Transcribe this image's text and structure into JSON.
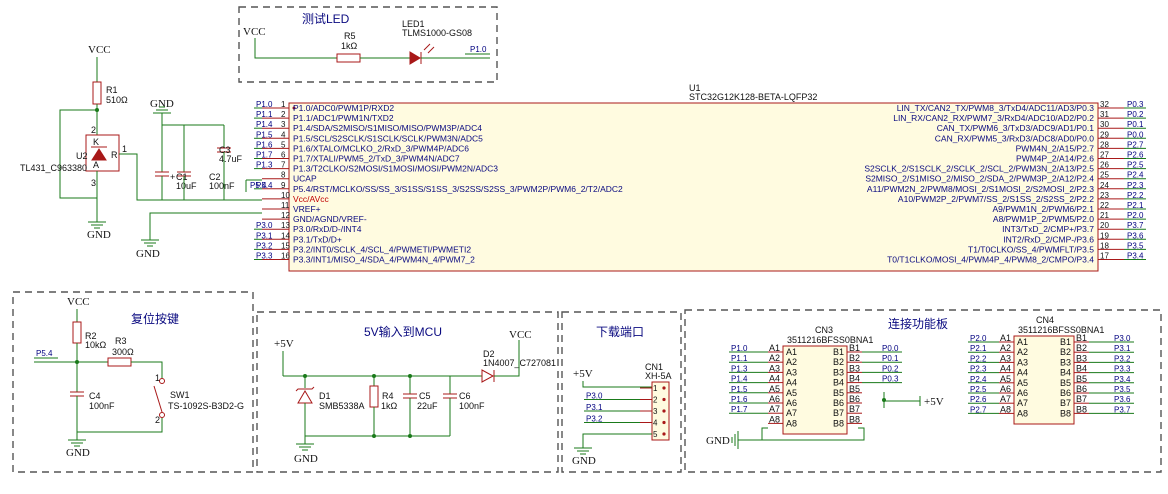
{
  "sections": {
    "led": "测试LED",
    "reset": "复位按键",
    "power": "5V输入到MCU",
    "download": "下载端口",
    "connect": "连接功能板"
  },
  "power_labels": {
    "vcc": "VCC",
    "gnd": "GND",
    "p5v": "+5V"
  },
  "parts": {
    "r5": {
      "ref": "R5",
      "val": "1kΩ"
    },
    "led1": {
      "ref": "LED1",
      "val": "TLMS1000-GS08",
      "net": "P1.0"
    },
    "r1": {
      "ref": "R1",
      "val": "510Ω"
    },
    "u2": {
      "ref": "U2",
      "val": "TL431_C963380",
      "pin_r": "R",
      "pin_k": "K",
      "pin_a": "A",
      "p1": "1",
      "p2": "2",
      "p3": "3"
    },
    "c1": {
      "ref": "C1",
      "val": "10uF"
    },
    "c2": {
      "ref": "C2",
      "val": "100nF"
    },
    "c3": {
      "ref": "C3",
      "val": "4.7uF"
    },
    "r2": {
      "ref": "R2",
      "val": "10kΩ"
    },
    "r3": {
      "ref": "R3",
      "val": "300Ω"
    },
    "c4": {
      "ref": "C4",
      "val": "100nF"
    },
    "sw1": {
      "ref": "SW1",
      "val": "TS-1092S-B3D2-G",
      "p1": "1",
      "p2": "2"
    },
    "d1": {
      "ref": "D1",
      "val": "SMB5338A"
    },
    "r4": {
      "ref": "R4",
      "val": "1kΩ"
    },
    "c5": {
      "ref": "C5",
      "val": "22uF"
    },
    "c6": {
      "ref": "C6",
      "val": "100nF"
    },
    "d2": {
      "ref": "D2",
      "val": "1N4007_C727081"
    },
    "cn1": {
      "ref": "CN1",
      "val": "XH-5A"
    },
    "cn3": {
      "ref": "CN3",
      "val": "3511216BFSS0BNA1"
    },
    "cn4": {
      "ref": "CN4",
      "val": "3511216BFSS0BNA1"
    }
  },
  "net_p54": "P5.4",
  "u1": {
    "ref": "U1",
    "val": "STC32G12K128-BETA-LQFP32",
    "left": [
      {
        "net": "P1.0",
        "pin": "1",
        "sig": "P1.0/ADC0/PWM1P/RXD2"
      },
      {
        "net": "P1.1",
        "pin": "2",
        "sig": "P1.1/ADC1/PWM1N/TXD2"
      },
      {
        "net": "P1.4",
        "pin": "3",
        "sig": "P1.4/SDA/S2MISO/S1MISO/MISO/PWM3P/ADC4"
      },
      {
        "net": "P1.5",
        "pin": "4",
        "sig": "P1.5/SCL/S2SCLK/S1SCLK/SCLK/PWM3N/ADC5"
      },
      {
        "net": "P1.6",
        "pin": "5",
        "sig": "P1.6/XTALO/MCLKO_2/RxD_3/PWM4P/ADC6"
      },
      {
        "net": "P1.7",
        "pin": "6",
        "sig": "P1.7/XTALI/PWM5_2/TxD_3/PWM4N/ADC7"
      },
      {
        "net": "P1.3",
        "pin": "7",
        "sig": "P1.3/T2CLKO/S2MOSI/S1MOSI/MOSI/PWM2N/ADC3"
      },
      {
        "net": "",
        "pin": "8",
        "sig": "UCAP"
      },
      {
        "net": "P5.4",
        "pin": "9",
        "sig": "P5.4/RST/MCLKO/SS/SS_3/S1SS/S1SS_3/S2SS/S2SS_3/PWM2P/PWM6_2/T2/ADC2"
      },
      {
        "net": "",
        "pin": "10",
        "sig": "Vcc/AVcc"
      },
      {
        "net": "",
        "pin": "11",
        "sig": "VREF+"
      },
      {
        "net": "",
        "pin": "12",
        "sig": "GND/AGND/VREF-"
      },
      {
        "net": "P3.0",
        "pin": "13",
        "sig": "P3.0/RxD/D-/INT4"
      },
      {
        "net": "P3.1",
        "pin": "14",
        "sig": "P3.1/TxD/D+"
      },
      {
        "net": "P3.2",
        "pin": "15",
        "sig": "P3.2/INT0/SCLK_4/SCL_4/PWMETI/PWMETI2"
      },
      {
        "net": "P3.3",
        "pin": "16",
        "sig": "P3.3/INT1/MISO_4/SDA_4/PWM4N_4/PWM7_2"
      }
    ],
    "right": [
      {
        "net": "P0.3",
        "pin": "32",
        "sig": "LIN_TX/CAN2_TX/PWM8_3/TxD4/ADC11/AD3/P0.3"
      },
      {
        "net": "P0.2",
        "pin": "31",
        "sig": "LIN_RX/CAN2_RX/PWM7_3/RxD4/ADC10/AD2/P0.2"
      },
      {
        "net": "P0.1",
        "pin": "30",
        "sig": "CAN_TX/PWM6_3/TxD3/ADC9/AD1/P0.1"
      },
      {
        "net": "P0.0",
        "pin": "29",
        "sig": "CAN_RX/PWM5_3/RxD3/ADC8/AD0/P0.0"
      },
      {
        "net": "P2.7",
        "pin": "28",
        "sig": "PWM4N_2/A15/P2.7"
      },
      {
        "net": "P2.6",
        "pin": "27",
        "sig": "PWM4P_2/A14/P2.6"
      },
      {
        "net": "P2.5",
        "pin": "26",
        "sig": "S2SCLK_2/S1SCLK_2/SCLK_2/SCL_2/PWM3N_2/A13/P2.5"
      },
      {
        "net": "P2.4",
        "pin": "25",
        "sig": "S2MISO_2/S1MISO_2/MISO_2/SDA_2/PWM3P_2/A12/P2.4"
      },
      {
        "net": "P2.3",
        "pin": "24",
        "sig": "A11/PWM2N_2/PWM8/MOSI_2/S1MOSI_2/S2MOSI_2/P2.3"
      },
      {
        "net": "P2.2",
        "pin": "23",
        "sig": "A10/PWM2P_2/PWM7/SS_2/S1SS_2/S2SS_2/P2.2"
      },
      {
        "net": "P2.1",
        "pin": "22",
        "sig": "A9/PWM1N_2/PWM6/P2.1"
      },
      {
        "net": "P2.0",
        "pin": "21",
        "sig": "A8/PWM1P_2/PWM5/P2.0"
      },
      {
        "net": "P3.7",
        "pin": "20",
        "sig": "INT3/TxD_2/CMP+/P3.7"
      },
      {
        "net": "P3.6",
        "pin": "19",
        "sig": "INT2/RxD_2/CMP-/P3.6"
      },
      {
        "net": "P3.5",
        "pin": "18",
        "sig": "T1/T0CLKO/SS_4/PWMFLT/P3.5"
      },
      {
        "net": "P3.4",
        "pin": "17",
        "sig": "T0/T1CLKO/MOSI_4/PWM4P_4/PWM8_2/CMPO/P3.4"
      }
    ]
  },
  "cn1_pins": [
    {
      "pin": "1",
      "net": ""
    },
    {
      "pin": "2",
      "net": "P3.0"
    },
    {
      "pin": "3",
      "net": "P3.1"
    },
    {
      "pin": "4",
      "net": "P3.2"
    },
    {
      "pin": "5",
      "net": ""
    }
  ],
  "cn3_rows": [
    {
      "a": "A1",
      "b": "B1",
      "pa": "1",
      "pb": "1",
      "na": "P1.0",
      "nb": "P0.0"
    },
    {
      "a": "A2",
      "b": "B2",
      "pa": "2",
      "pb": "2",
      "na": "P1.1",
      "nb": "P0.1"
    },
    {
      "a": "A3",
      "b": "B3",
      "pa": "3",
      "pb": "3",
      "na": "P1.3",
      "nb": "P0.2"
    },
    {
      "a": "A4",
      "b": "B4",
      "pa": "4",
      "pb": "4",
      "na": "P1.4",
      "nb": "P0.3"
    },
    {
      "a": "A5",
      "b": "B5",
      "pa": "5",
      "pb": "5",
      "na": "P1.5",
      "nb": ""
    },
    {
      "a": "A6",
      "b": "B6",
      "pa": "6",
      "pb": "6",
      "na": "P1.6",
      "nb": ""
    },
    {
      "a": "A7",
      "b": "B7",
      "pa": "7",
      "pb": "7",
      "na": "P1.7",
      "nb": ""
    },
    {
      "a": "A8",
      "b": "B8",
      "pa": "8",
      "pb": "8",
      "na": "",
      "nb": ""
    }
  ],
  "cn4_rows": [
    {
      "a": "A1",
      "b": "B1",
      "pa": "1",
      "pb": "1",
      "na": "P2.0",
      "nb": "P3.0"
    },
    {
      "a": "A2",
      "b": "B2",
      "pa": "2",
      "pb": "2",
      "na": "P2.1",
      "nb": "P3.1"
    },
    {
      "a": "A3",
      "b": "B3",
      "pa": "3",
      "pb": "3",
      "na": "P2.2",
      "nb": "P3.2"
    },
    {
      "a": "A4",
      "b": "B4",
      "pa": "4",
      "pb": "4",
      "na": "P2.3",
      "nb": "P3.3"
    },
    {
      "a": "A5",
      "b": "B5",
      "pa": "5",
      "pb": "5",
      "na": "P2.4",
      "nb": "P3.4"
    },
    {
      "a": "A6",
      "b": "B6",
      "pa": "6",
      "pb": "6",
      "na": "P2.5",
      "nb": "P3.5"
    },
    {
      "a": "A7",
      "b": "B7",
      "pa": "7",
      "pb": "7",
      "na": "P2.6",
      "nb": "P3.6"
    },
    {
      "a": "A8",
      "b": "B8",
      "pa": "8",
      "pb": "8",
      "na": "P2.7",
      "nb": "P3.7"
    }
  ]
}
